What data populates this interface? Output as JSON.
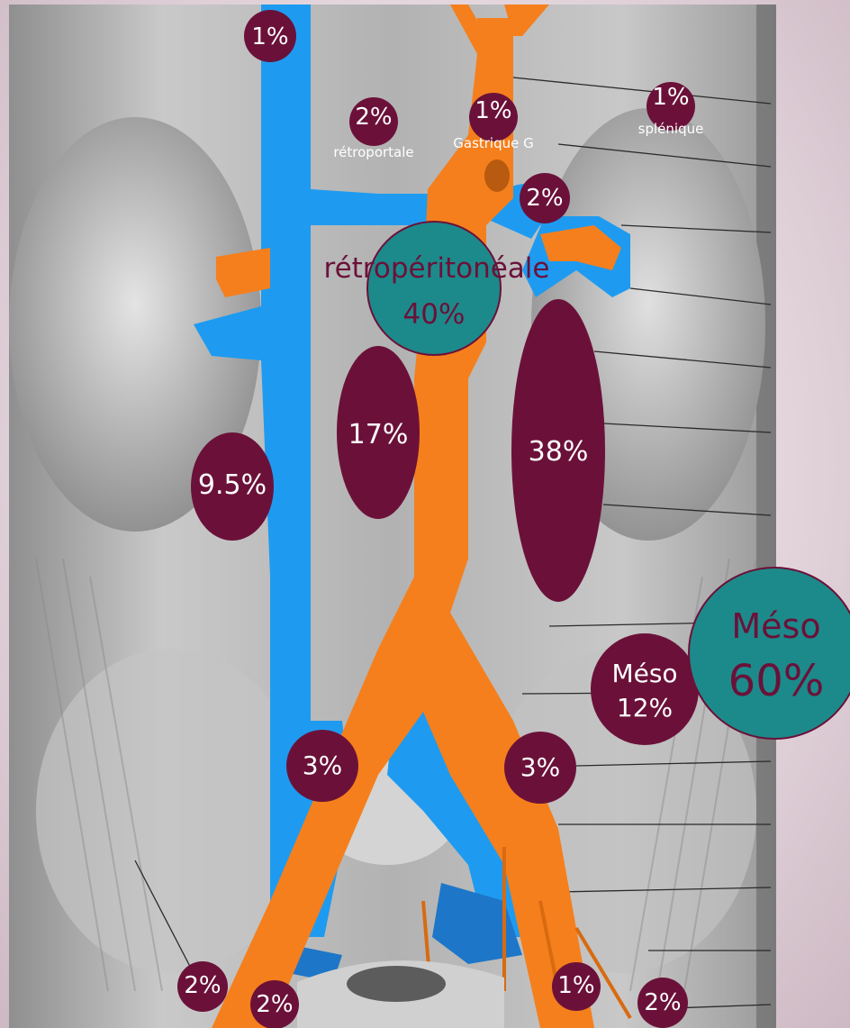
{
  "colors": {
    "vein": "#1e9bf0",
    "artery": "#f57f1c",
    "marker": "#6b1139",
    "teal": "#1c8a8a",
    "teal_border": "#6b1139"
  },
  "labels": {
    "top_vena_cava": "1%",
    "retroportale_pct": "2%",
    "retroportale_name": "rétroportale",
    "gastrique_pct": "1%",
    "gastrique_name": "Gastrique G",
    "splenique_pct": "1%",
    "splenique_name": "splénique",
    "renal_2": "2%",
    "retroperitoneale_title": "rétropéritonéale",
    "retroperitoneale_pct": "40%",
    "left_small": "9.5%",
    "mid_ellipse": "17%",
    "right_ellipse": "38%",
    "meso_small_title": "Méso",
    "meso_small_pct": "12%",
    "meso_big_title": "Méso",
    "meso_big_pct": "60%",
    "iliac_left": "3%",
    "iliac_right": "3%",
    "bottom_1": "2%",
    "bottom_2": "2%",
    "bottom_3": "1%",
    "bottom_4": "2%"
  }
}
